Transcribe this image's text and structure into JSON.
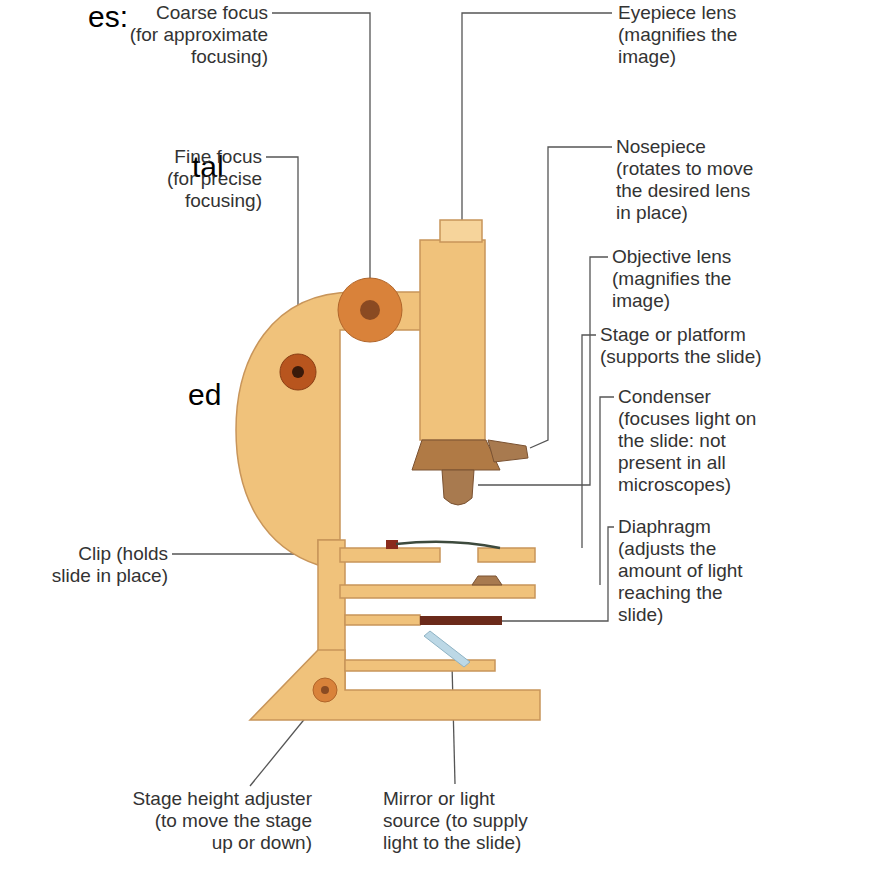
{
  "diagram": {
    "labels": [
      "es:",
      "tal",
      "ed",
      "Coarse focus (for approximate focusing)",
      "Fine focus (for precise focusing)",
      "Clip (holds slide in place)",
      "Stage height adjuster (to move the stage up or down)",
      "Mirror or light source (to supply light to the slide)",
      "Eyepiece lens (magnifies the image)",
      "Nosepiece (rotates to move the desired lens in place)",
      "Objective lens (magnifies the image)",
      "Stage or platform (supports the slide)",
      "Condenser (focuses light on the slide: not present in all microscopes)",
      "Diaphragm (adjusts the amount of light reaching the slide)"
    ]
  }
}
